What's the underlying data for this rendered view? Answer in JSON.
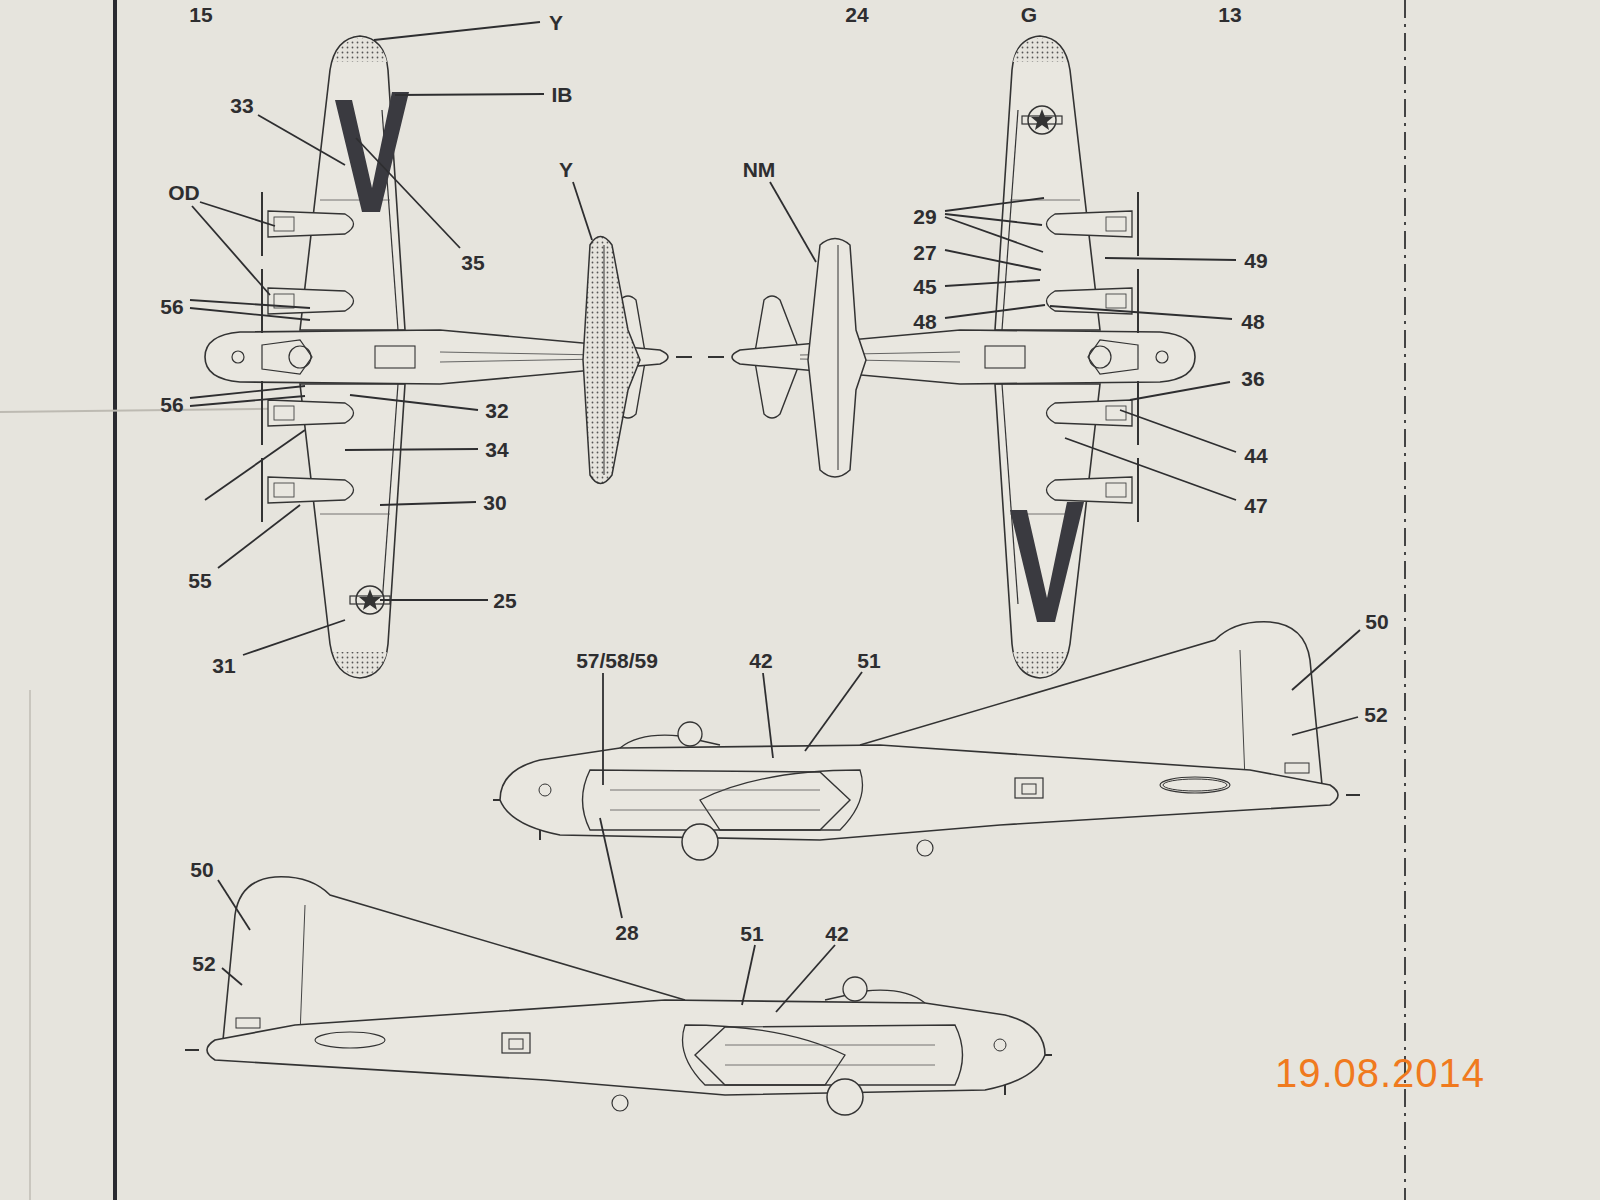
{
  "diagram": {
    "labels": [
      "15",
      "24",
      "G",
      "13",
      "Y",
      "IB",
      "33",
      "OD",
      "Y",
      "NM",
      "29",
      "27",
      "49",
      "35",
      "45",
      "56",
      "48",
      "48",
      "36",
      "56",
      "32",
      "34",
      "44",
      "30",
      "47",
      "55",
      "25",
      "50",
      "57/58/59",
      "42",
      "51",
      "31",
      "52",
      "50",
      "28",
      "51",
      "42",
      "52",
      "19.08.2014"
    ]
  }
}
